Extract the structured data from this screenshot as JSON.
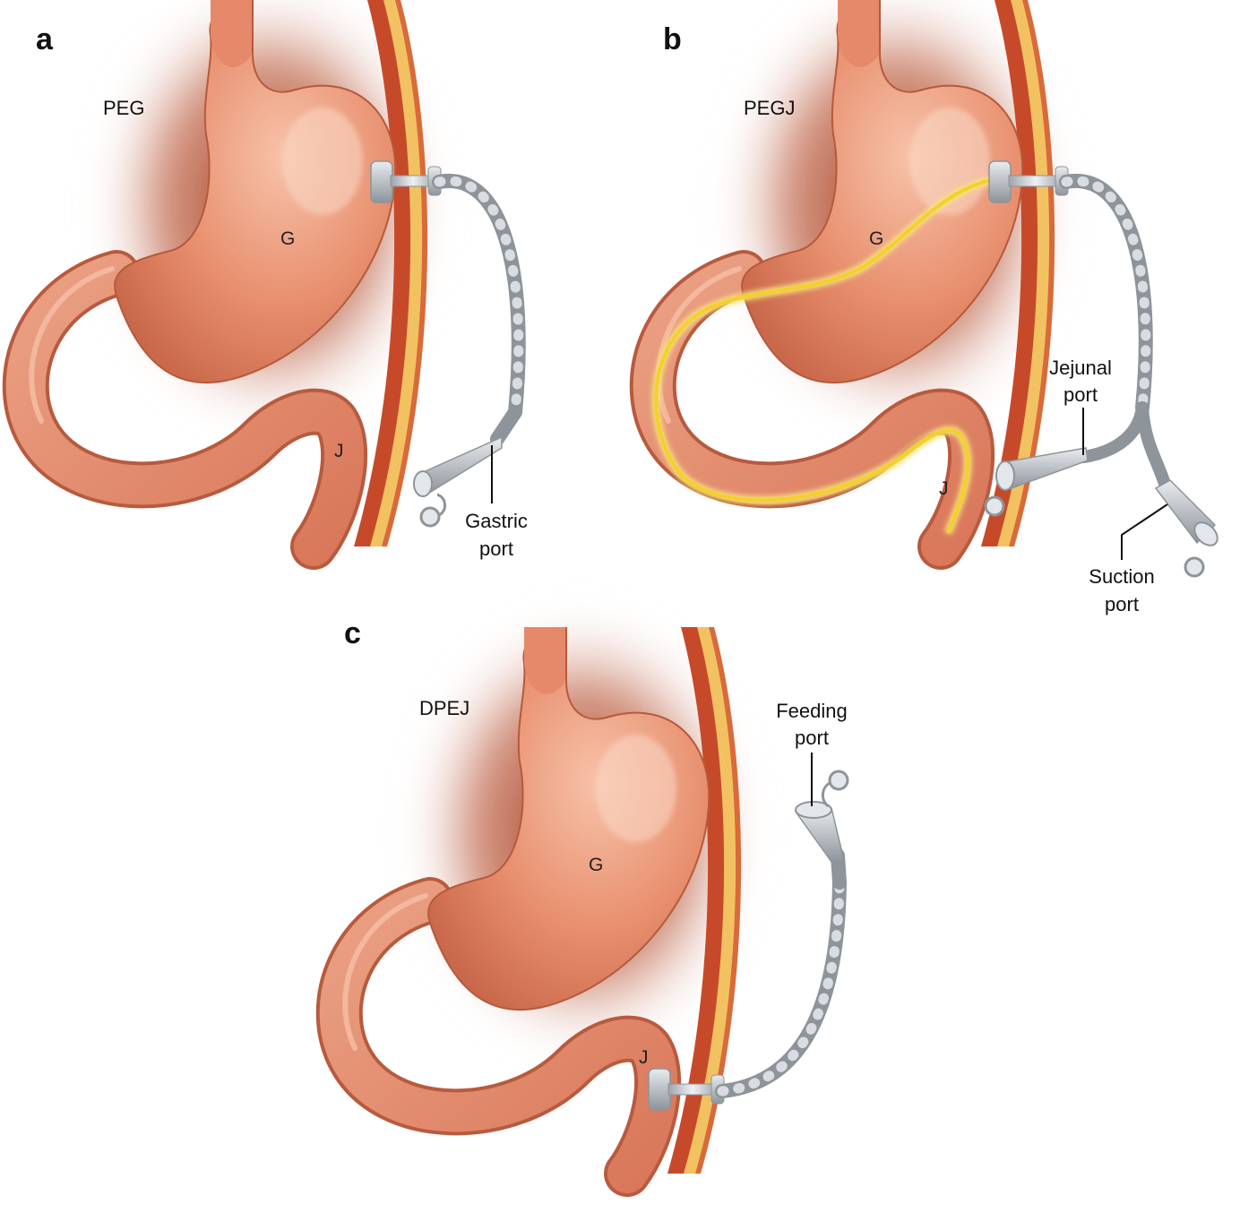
{
  "panels": [
    {
      "letter": "a",
      "title": "PEG",
      "stomach": "G",
      "jejunum": "J",
      "ports": [
        {
          "line1": "Gastric",
          "line2": "port"
        }
      ]
    },
    {
      "letter": "b",
      "title": "PEGJ",
      "stomach": "G",
      "jejunum": "J",
      "ports": [
        {
          "line1": "Jejunal",
          "line2": "port"
        },
        {
          "line1": "Suction",
          "line2": "port"
        }
      ]
    },
    {
      "letter": "c",
      "title": "DPEJ",
      "stomach": "G",
      "jejunum": "J",
      "ports": [
        {
          "line1": "Feeding",
          "line2": "port"
        }
      ]
    }
  ],
  "colors": {
    "organ": "#e5896a",
    "organ_dark": "#b6502f",
    "wall_red": "#c64a2a",
    "wall_fat": "#f2c262",
    "tube": "#c9ced3",
    "jejunal_tube": "#f3dc3a"
  }
}
